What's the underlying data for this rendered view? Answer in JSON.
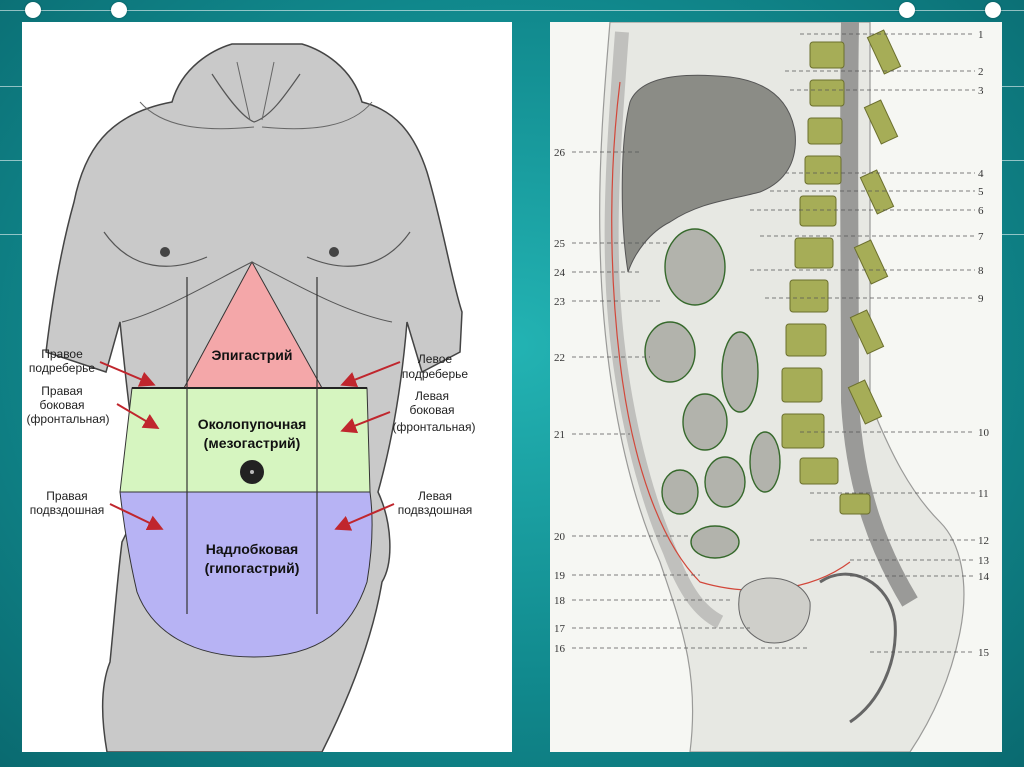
{
  "colors": {
    "background": "#128f92",
    "epigastric": "#f4a7a9",
    "mesogastric": "#d6f5c0",
    "hypogastric": "#b7b3f4",
    "body": "#c9c9c9",
    "arrow": "#c0262d",
    "vertebra": "#a6ad57"
  },
  "left": {
    "zones": {
      "epigastric": "Эпигастрий",
      "meso_line1": "Околопупочная",
      "meso_line2": "(мезогастрий)",
      "hypo_line1": "Надлобковая",
      "hypo_line2": "(гипогастрий)"
    },
    "labels": {
      "right_hypo_1": "Правое",
      "right_hypo_2": "подреберье",
      "right_lat_1": "Правая",
      "right_lat_2": "боковая",
      "right_lat_3": "(фронтальная)",
      "right_ing_1": "Правая",
      "right_ing_2": "подвздошная",
      "left_hypo_1": "Левое",
      "left_hypo_2": "подреберье",
      "left_lat_1": "Левая",
      "left_lat_2": "боковая",
      "left_lat_3": "(фронтальная)",
      "left_ing_1": "Левая",
      "left_ing_2": "подвздошная"
    }
  },
  "right": {
    "numbers_right": [
      "1",
      "2",
      "3",
      "4",
      "5",
      "6",
      "7",
      "8",
      "9",
      "10",
      "11",
      "12",
      "13",
      "14",
      "15"
    ],
    "numbers_left": [
      "26",
      "25",
      "24",
      "23",
      "22",
      "21",
      "20",
      "19",
      "18",
      "17",
      "16"
    ]
  }
}
